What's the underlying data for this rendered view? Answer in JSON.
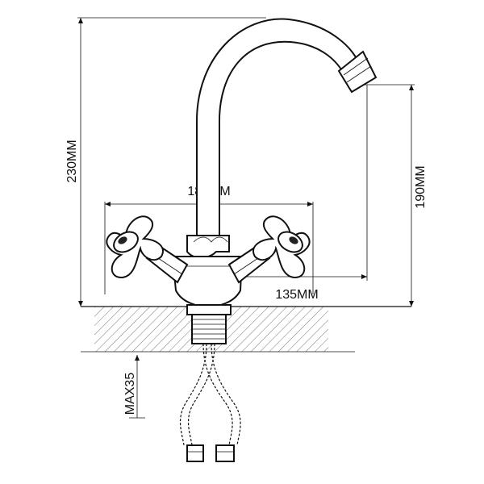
{
  "dimensions": {
    "total_height": "230MM",
    "handle_span": "180MM",
    "spout_height": "190MM",
    "spout_reach": "135MM",
    "max_countertop": "MAX35"
  }
}
